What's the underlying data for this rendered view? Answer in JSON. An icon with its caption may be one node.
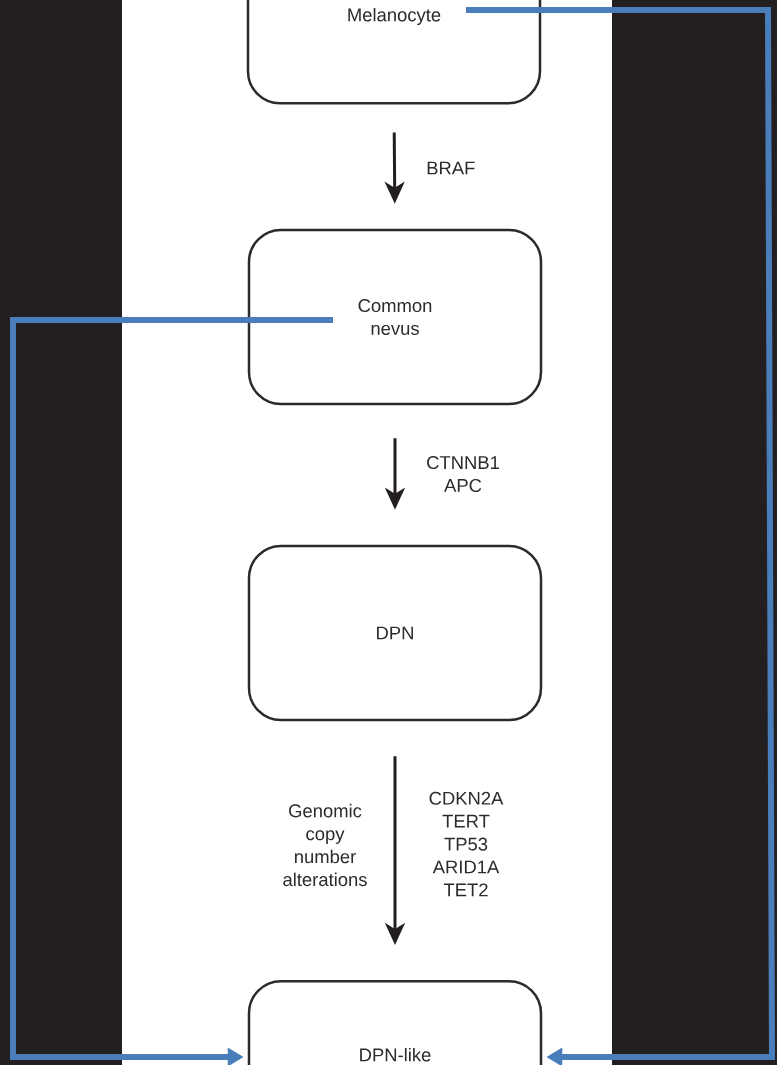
{
  "diagram": {
    "nodes": [
      {
        "text": [
          "Melanocyte"
        ]
      },
      {
        "text": [
          "Common nevus"
        ]
      },
      {
        "text": [
          "DPN"
        ]
      },
      {
        "text": [
          "DPN-like"
        ]
      }
    ],
    "edges": [
      {
        "from": 0,
        "to": 1,
        "arrow": "to",
        "label": "BRAF"
      },
      {
        "from": 1,
        "to": 2,
        "arrow": "to",
        "label": "CTNNB1 APC"
      },
      {
        "from": 2,
        "to": 3,
        "arrow": "to",
        "label": "CDKN2A TERT TP53 ARID1A TET2"
      },
      {
        "from": 0,
        "to": 3,
        "arrow": "to",
        "style": "thick",
        "color": "#4a7ebb"
      },
      {
        "from": 1,
        "to": 3,
        "arrow": "to",
        "style": "thick",
        "color": "#4a7ebb"
      }
    ],
    "labels": [
      "Genomic copy number alterations"
    ]
  }
}
